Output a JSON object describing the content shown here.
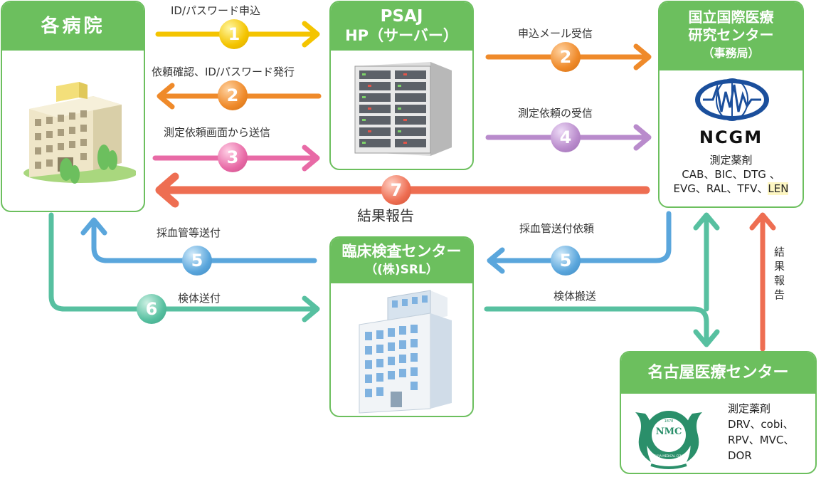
{
  "colors": {
    "green": "#6cbf5e",
    "yellow": "#f4c400",
    "orange": "#ef8a2a",
    "pink": "#e86aa6",
    "purple": "#b98bcc",
    "red": "#ee6e52",
    "blue": "#5aa6dc",
    "teal": "#57c0a0"
  },
  "hospitals": {
    "title": "各病院",
    "icon": "hospital-building-icon"
  },
  "psaj": {
    "title_line1": "PSAJ",
    "title_line2": "HP（サーバー）",
    "icon": "server-rack-icon"
  },
  "ncgm": {
    "title_line1": "国立国際医療",
    "title_line2": "研究センター",
    "title_line3": "（事務局）",
    "logo_text": "NCGM",
    "drugs_title": "測定薬剤",
    "drugs_line1": "CAB、BIC、DTG 、",
    "drugs_line2": "EVG、RAL、TFV、",
    "drugs_highlight": "LEN"
  },
  "srl": {
    "title_line1": "臨床検査センター",
    "title_line2": "（(株)SRL）",
    "icon": "office-building-icon"
  },
  "nagoya": {
    "title": "名古屋医療センター",
    "logo_text": "NMC",
    "logo_ring": "NAGOYA MEDICAL CENTER",
    "logo_year": "1878",
    "drugs_title": "測定薬剤",
    "drugs_line1": "DRV、cobi、",
    "drugs_line2": "RPV、MVC、",
    "drugs_line3": "DOR"
  },
  "steps": {
    "s1": {
      "num": "1",
      "label": "ID/パスワード申込"
    },
    "s2a": {
      "num": "2",
      "label": "依頼確認、ID/パスワード発行"
    },
    "s2b": {
      "num": "2",
      "label": "申込メール受信"
    },
    "s3": {
      "num": "3",
      "label": "測定依頼画面から送信"
    },
    "s4": {
      "num": "4",
      "label": "測定依頼の受信"
    },
    "s5a": {
      "num": "5",
      "label": "採血管等送付"
    },
    "s5b": {
      "num": "5",
      "label": "採血管送付依頼"
    },
    "s6": {
      "num": "6",
      "label": "検体送付"
    },
    "s7": {
      "num": "7",
      "label": "結果報告"
    },
    "transport": {
      "label": "検体搬送"
    },
    "report_vertical": {
      "label": "結果報告"
    }
  }
}
